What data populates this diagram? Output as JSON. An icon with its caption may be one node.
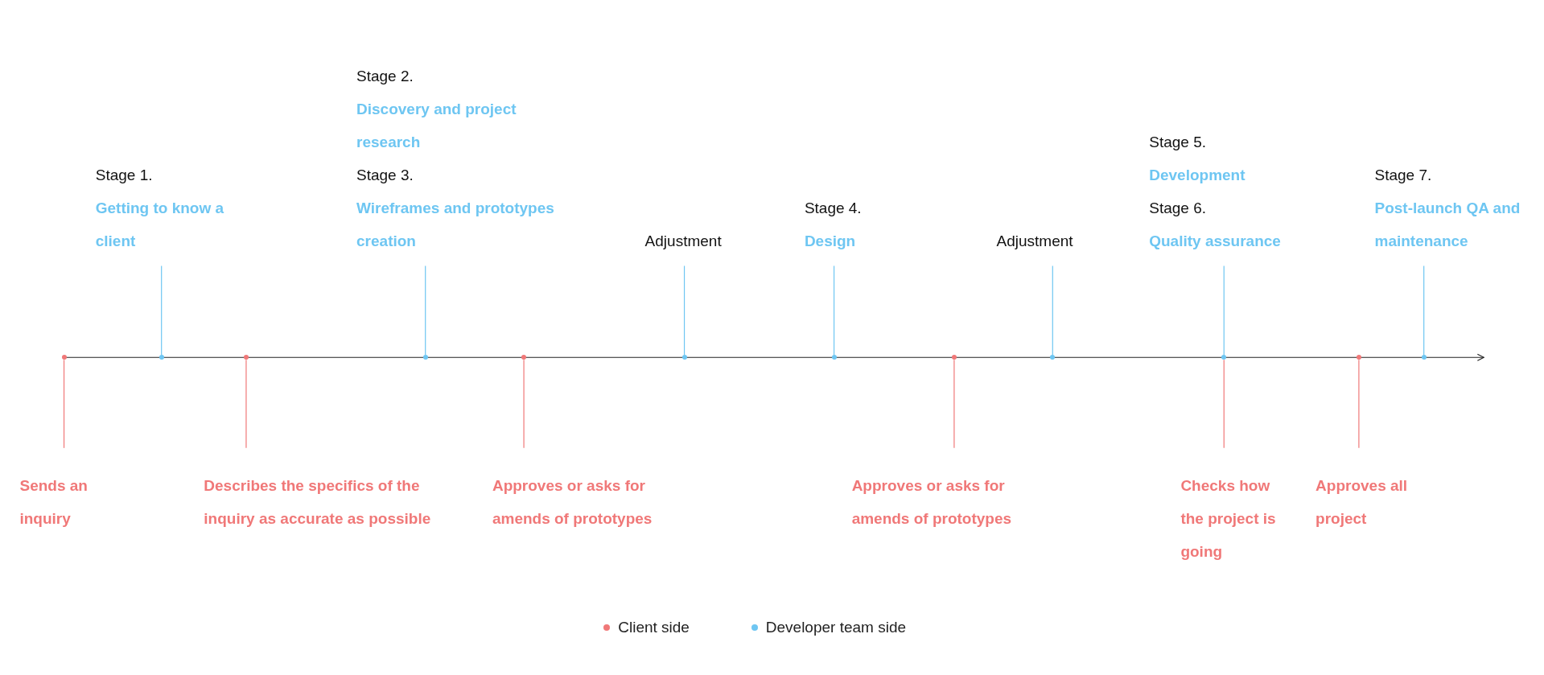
{
  "diagram": {
    "nodes": [
      {
        "text": [
          "Stage 1.",
          "Getting to know a client"
        ]
      },
      {
        "text": [
          "Stage 2.",
          "Discovery and project research",
          "Stage 3.",
          "Wireframes and prototypes creation"
        ]
      },
      {
        "text": [
          "Adjustment"
        ]
      },
      {
        "text": [
          "Stage 4.",
          "Design"
        ]
      },
      {
        "text": [
          "Adjustment"
        ]
      },
      {
        "text": [
          "Stage 5.",
          "Development",
          "Stage 6.",
          "Quality assurance"
        ]
      },
      {
        "text": [
          "Stage 7.",
          "Post-launch QA and maintenance"
        ]
      },
      {
        "text": [
          "Sends an inquiry"
        ]
      },
      {
        "text": [
          "Describes the specifics of the inquiry as accurate as possible"
        ]
      },
      {
        "text": [
          "Approves or asks for amends of prototypes"
        ]
      },
      {
        "text": [
          "Approves or asks for amends of prototypes"
        ]
      },
      {
        "text": [
          "Checks how the project is going"
        ]
      },
      {
        "text": [
          "Approves all project"
        ]
      },
      {
        "text": [],
        "shape": "circle"
      },
      {
        "text": [],
        "shape": "circle"
      },
      {
        "text": [],
        "shape": "circle"
      },
      {
        "text": [],
        "shape": "circle"
      },
      {
        "text": [],
        "shape": "circle"
      },
      {
        "text": [],
        "shape": "circle"
      },
      {
        "text": [],
        "shape": "circle"
      },
      {
        "text": [],
        "shape": "circle"
      },
      {
        "text": [],
        "shape": "circle"
      },
      {
        "text": [],
        "shape": "circle"
      },
      {
        "text": [],
        "shape": "circle"
      },
      {
        "text": [],
        "shape": "circle"
      }
    ],
    "edges": [
      {
        "from": 0,
        "to": 14,
        "arrow": "none"
      },
      {
        "from": 1,
        "to": 16,
        "arrow": "none"
      },
      {
        "from": 2,
        "to": 18,
        "arrow": "none"
      },
      {
        "from": 3,
        "to": 19,
        "arrow": "none"
      },
      {
        "from": 4,
        "to": 21,
        "arrow": "none"
      },
      {
        "from": 5,
        "to": 22,
        "arrow": "none"
      },
      {
        "from": 6,
        "to": 24,
        "arrow": "none"
      },
      {
        "from": 7,
        "to": 13,
        "arrow": "none",
        "color": "#f07878"
      },
      {
        "from": 8,
        "to": 15,
        "arrow": "none",
        "color": "#f07878"
      },
      {
        "from": 9,
        "to": 17,
        "arrow": "none",
        "color": "#f07878"
      },
      {
        "from": 10,
        "to": 20,
        "arrow": "none",
        "color": "#f07878"
      },
      {
        "from": 11,
        "to": 22,
        "arrow": "none",
        "color": "#f07878"
      },
      {
        "from": 12,
        "to": 23,
        "arrow": "none",
        "color": "#f07878"
      }
    ],
    "legend": [
      {
        "text": "Client side",
        "color": "#f07878"
      },
      {
        "text": "Developer team side",
        "color": "#6ec6f2"
      }
    ]
  }
}
